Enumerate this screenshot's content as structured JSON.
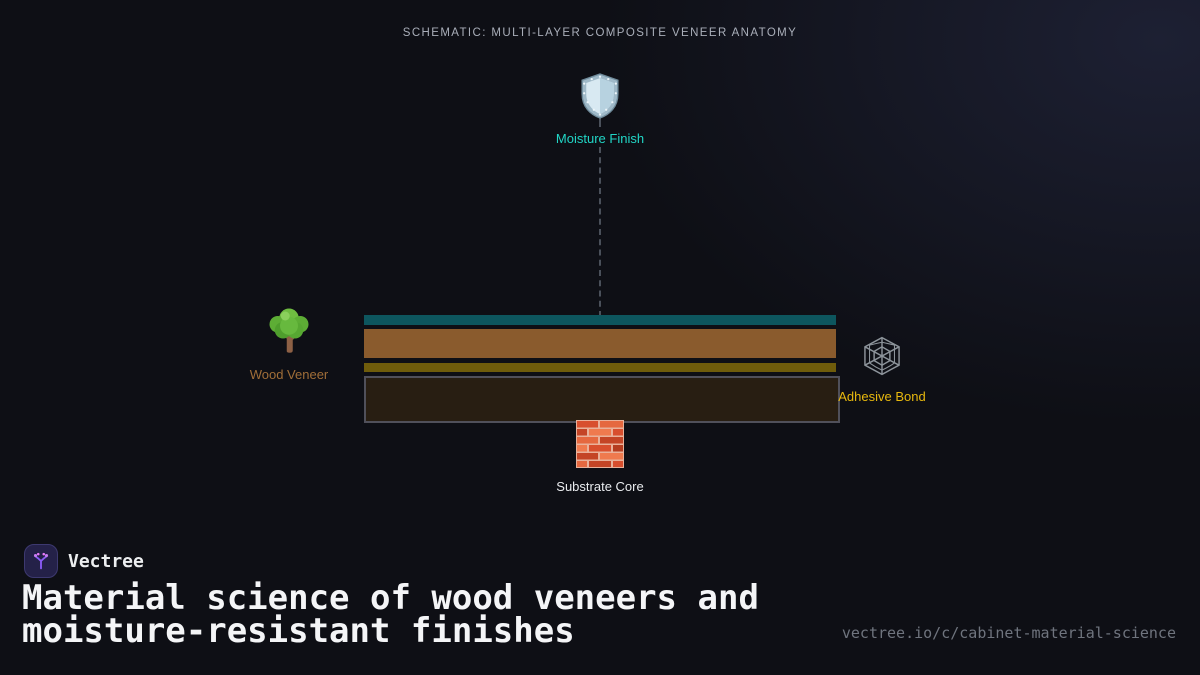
{
  "header": {
    "schematic_label": "SCHEMATIC: MULTI-LAYER COMPOSITE VENEER ANATOMY"
  },
  "diagram": {
    "callouts": {
      "finish": {
        "label": "Moisture Finish",
        "icon": "shield-icon",
        "label_color": "#21d6c6"
      },
      "veneer": {
        "label": "Wood Veneer",
        "icon": "tree-icon",
        "label_color": "#a06e38"
      },
      "adhesive": {
        "label": "Adhesive Bond",
        "icon": "spider-web-icon",
        "label_color": "#e7b80e"
      },
      "substrate": {
        "label": "Substrate Core",
        "icon": "brick-icon",
        "label_color": "#e9ebee"
      }
    },
    "layers": [
      {
        "name": "finish-layer",
        "color": "#0d565e"
      },
      {
        "name": "veneer-layer",
        "color": "#8a5b2d"
      },
      {
        "name": "adhesive-layer",
        "color": "#6f5c0b"
      },
      {
        "name": "substrate-layer",
        "color": "#281e12",
        "border_color": "#50505a"
      }
    ],
    "connector_color": "#4a505a"
  },
  "footer": {
    "brand": "Vectree",
    "title": "Material science of wood veneers and moisture-resistant finishes",
    "url": "vectree.io/c/cabinet-material-science",
    "logo_bg": "#242148",
    "logo_accent": "#8b5cf6"
  }
}
